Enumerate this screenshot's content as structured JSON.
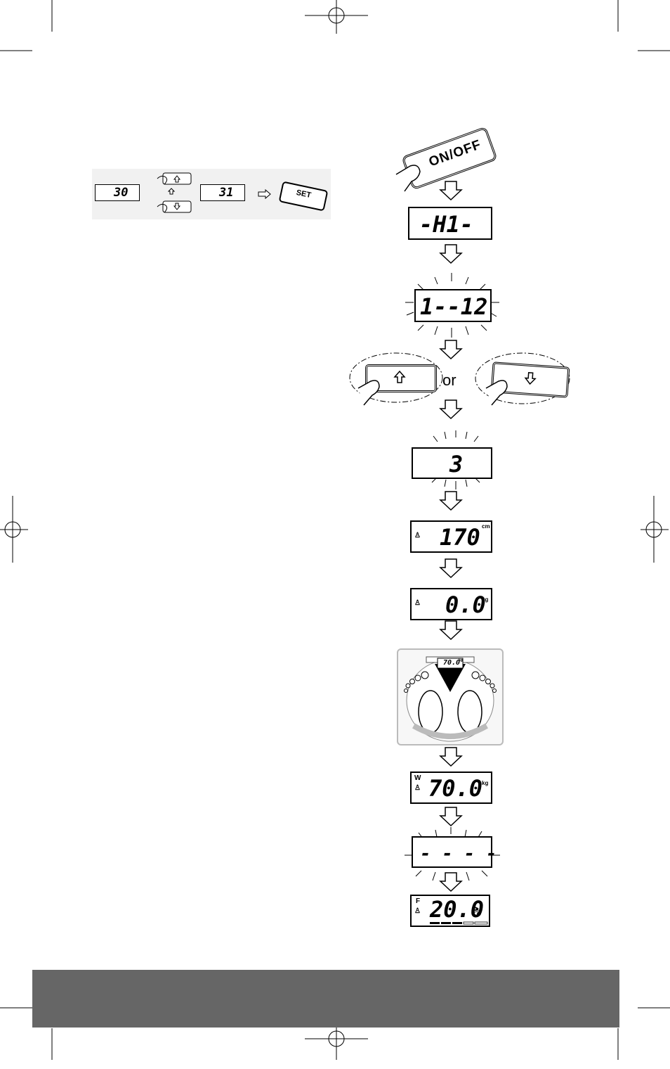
{
  "buttons": {
    "on_off": "ON/OFF",
    "set": "SET",
    "or_label": "or",
    "up_icon": "arrow-up-icon",
    "down_icon": "arrow-down-icon"
  },
  "left_example": {
    "lcd_a_value": "30",
    "lcd_b_value": "31"
  },
  "flow": {
    "lcd_hi": "-H1-",
    "lcd_range": "1--12",
    "lcd_user": "3",
    "lcd_height": "170",
    "lcd_height_unit": "cm",
    "lcd_zero": "0.0",
    "lcd_zero_unit": "kg",
    "scale_display": "70.0",
    "scale_display_unit": "kg",
    "lcd_weight": "70.0",
    "lcd_weight_unit": "kg",
    "lcd_weight_label": "W",
    "lcd_dashes": "- - - -",
    "lcd_fat": "20.0",
    "lcd_fat_unit": "%",
    "lcd_fat_label": "F"
  },
  "colors": {
    "footer": "#666666",
    "registration": "#000000"
  }
}
